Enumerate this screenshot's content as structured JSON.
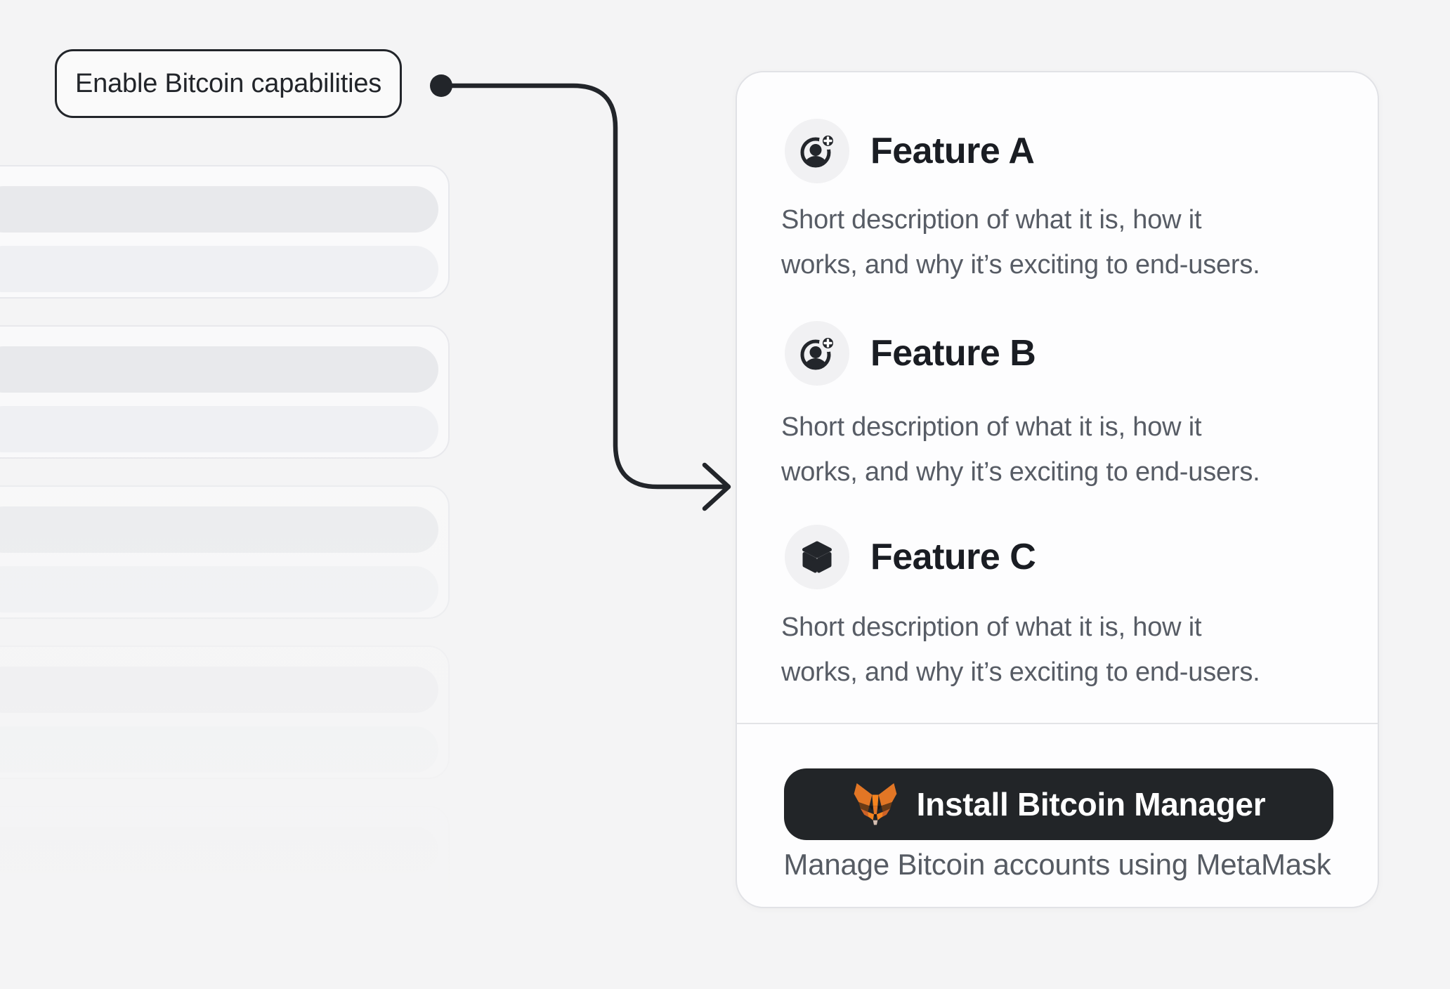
{
  "palette": {
    "page_bg": "#f4f4f5",
    "ink": "#22252a",
    "title_color": "#1a1d23",
    "description_color": "#575c65",
    "card_bg": "#fdfdfe",
    "card_border": "#e1e2e6",
    "divider": "#e3e4e7",
    "icon_circle_bg": "#f1f1f3",
    "button_bg": "#222528",
    "button_text": "#ffffff",
    "caption_color": "#565b63",
    "skeleton_card_bg": "#fafafb",
    "skeleton_bar_dark": "#e8e9ec",
    "skeleton_bar_light": "#eff0f3",
    "metamask_orange": "#e27625"
  },
  "annotation": {
    "label": "Enable Bitcoin capabilities"
  },
  "features": [
    {
      "title": "Feature A",
      "icon": "user-add-icon",
      "desc_line1": "Short description of what it is, how it",
      "desc_line2": "works, and why it’s exciting to end-users."
    },
    {
      "title": "Feature B",
      "icon": "user-add-icon",
      "desc_line1": "Short description of what it is, how it",
      "desc_line2": "works, and why it’s exciting to end-users."
    },
    {
      "title": "Feature C",
      "icon": "cube-icon",
      "desc_line1": "Short description of what it is, how it",
      "desc_line2": "works, and why it’s exciting to end-users."
    }
  ],
  "footer": {
    "install_button_label": "Install Bitcoin Manager",
    "install_button_icon": "metamask-fox-icon",
    "caption": "Manage Bitcoin accounts using MetaMask"
  },
  "skeleton": {
    "card_count": 5,
    "bars_per_card": 2
  }
}
